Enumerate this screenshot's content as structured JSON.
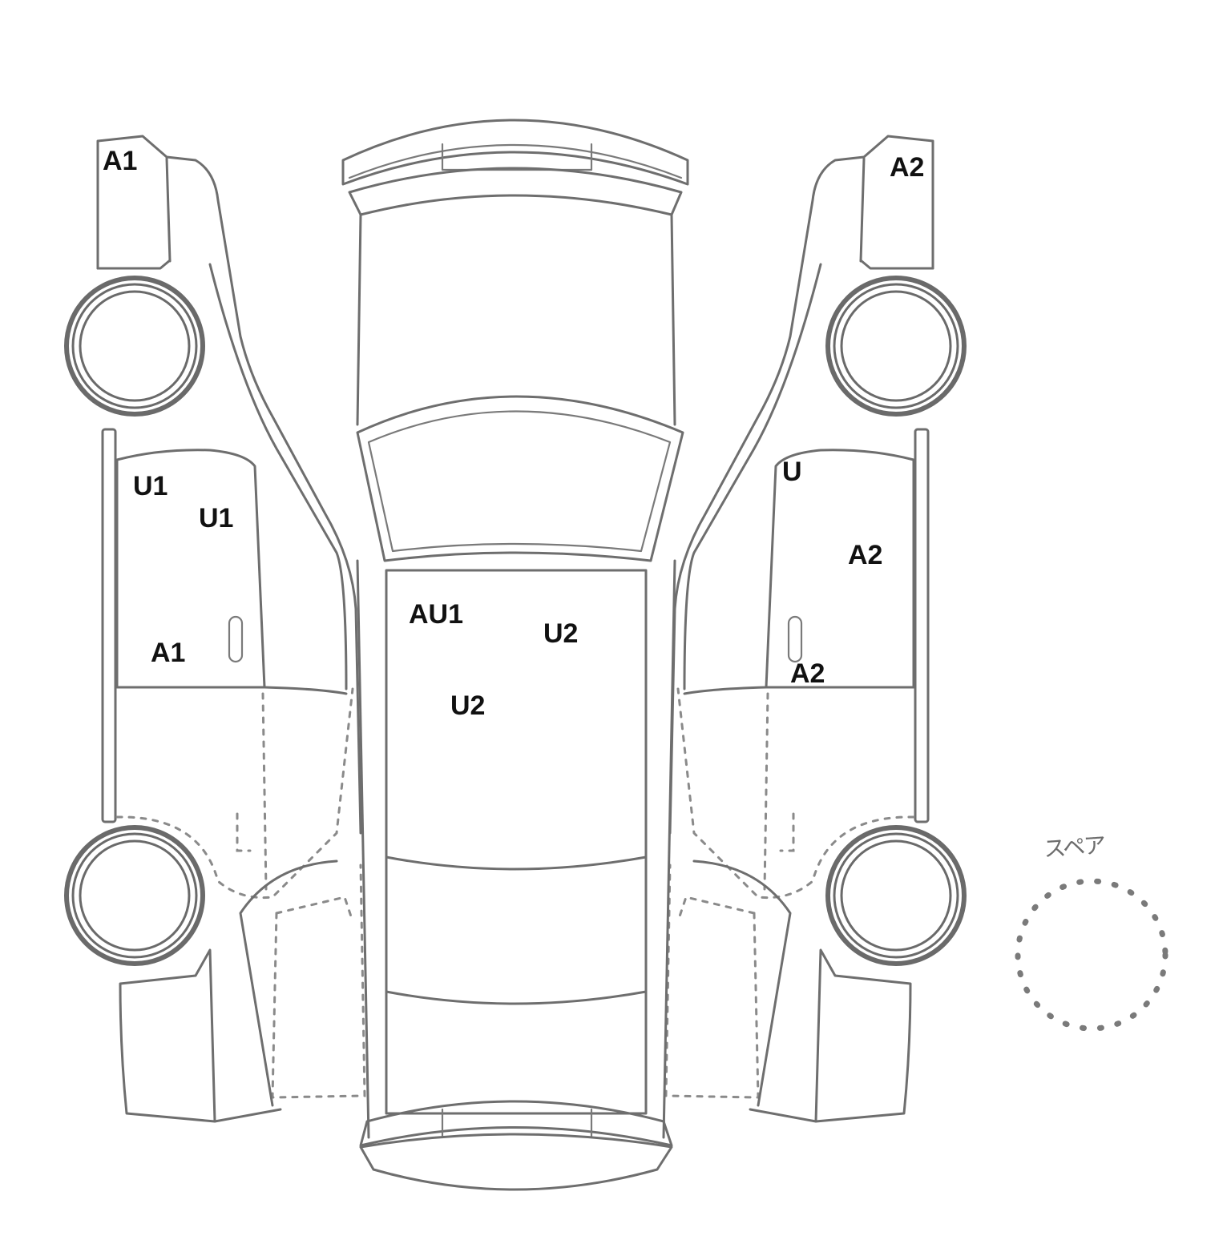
{
  "spare_label": "スペア",
  "marks": {
    "left_front_fender": "A1",
    "left_front_door_upper": "U1",
    "left_front_door_mid": "U1",
    "left_front_door_lower": "A1",
    "right_front_fender": "A2",
    "right_front_door_upper": "U",
    "right_front_door_mid": "A2",
    "right_front_door_lower": "A2",
    "roof_left": "AU1",
    "roof_right": "U2",
    "roof_center": "U2"
  },
  "colors": {
    "outline": "#6e6e6e",
    "mark_text": "#111111"
  }
}
